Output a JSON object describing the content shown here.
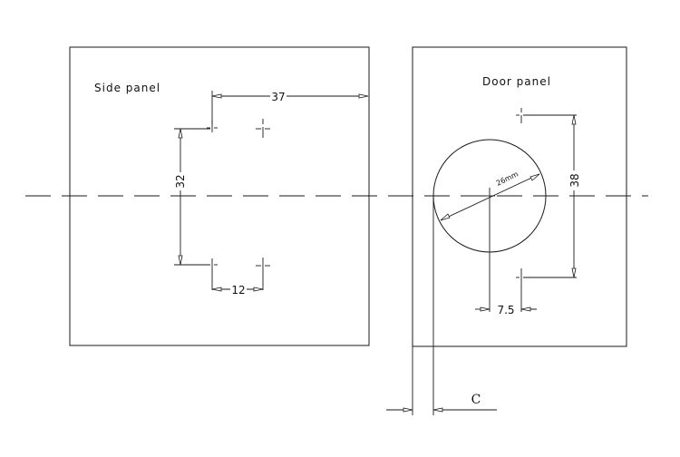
{
  "labels": {
    "side_panel": "Side panel",
    "door_panel": "Door panel"
  },
  "dimensions": {
    "side_width": "37",
    "side_height": "32",
    "side_spacing": "12",
    "door_height": "38",
    "door_offset": "7.5",
    "cup_diameter": "26mm",
    "gap": "C"
  }
}
